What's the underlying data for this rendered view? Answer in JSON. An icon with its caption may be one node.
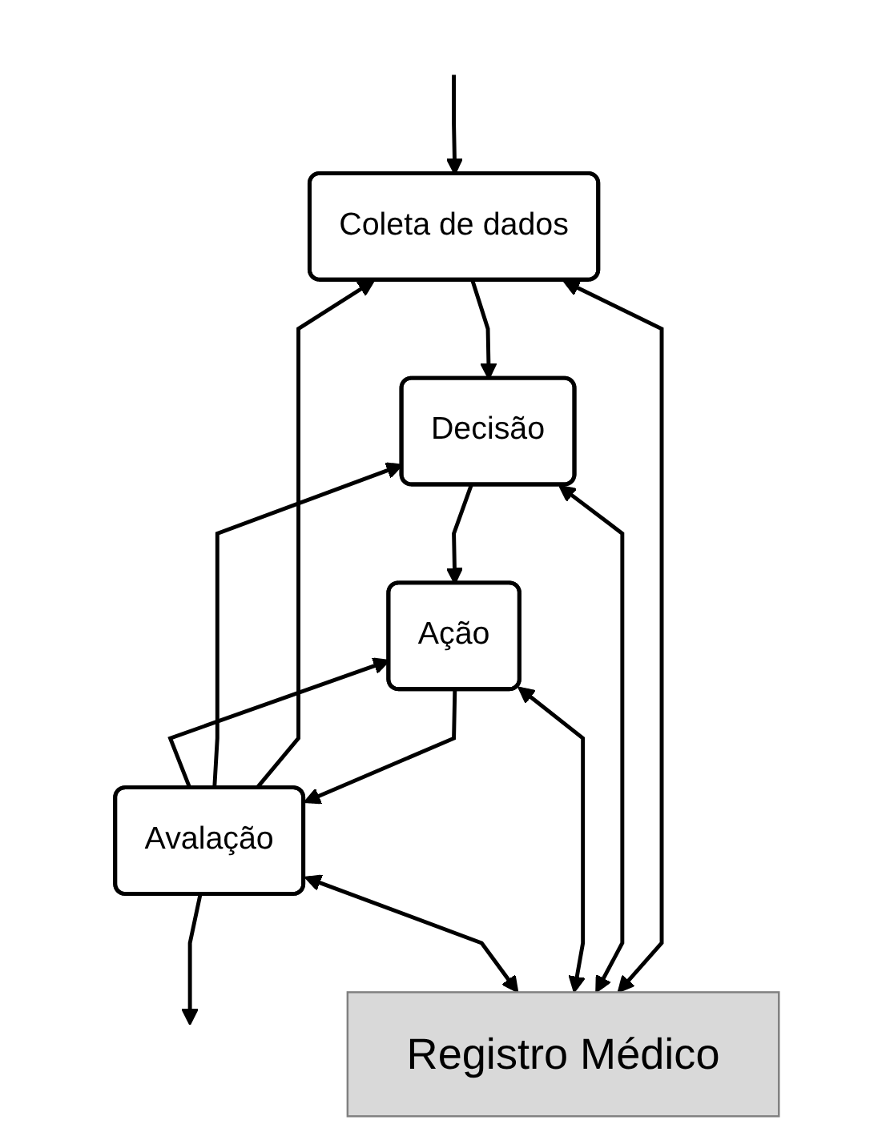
{
  "diagram": {
    "nodes": [
      {
        "text": [
          "Coleta de dados"
        ]
      },
      {
        "text": [
          "Decisão"
        ]
      },
      {
        "text": [
          "Ação"
        ]
      },
      {
        "text": [
          "Avalação"
        ]
      },
      {
        "text": [
          "Registro Médico"
        ]
      }
    ],
    "edges": [
      {
        "from": null,
        "to": 0,
        "arrow": "to"
      },
      {
        "from": 0,
        "to": 1,
        "arrow": "to"
      },
      {
        "from": 1,
        "to": 2,
        "arrow": "to"
      },
      {
        "from": 2,
        "to": 3,
        "arrow": "to"
      },
      {
        "from": 3,
        "to": null,
        "arrow": "to"
      },
      {
        "from": 3,
        "to": 0,
        "arrow": "to"
      },
      {
        "from": 3,
        "to": 1,
        "arrow": "to"
      },
      {
        "from": 3,
        "to": 2,
        "arrow": "to"
      },
      {
        "from": 0,
        "to": 4,
        "arrow": "both"
      },
      {
        "from": 1,
        "to": 4,
        "arrow": "both"
      },
      {
        "from": 2,
        "to": 4,
        "arrow": "both"
      },
      {
        "from": 3,
        "to": 4,
        "arrow": "both"
      }
    ]
  }
}
